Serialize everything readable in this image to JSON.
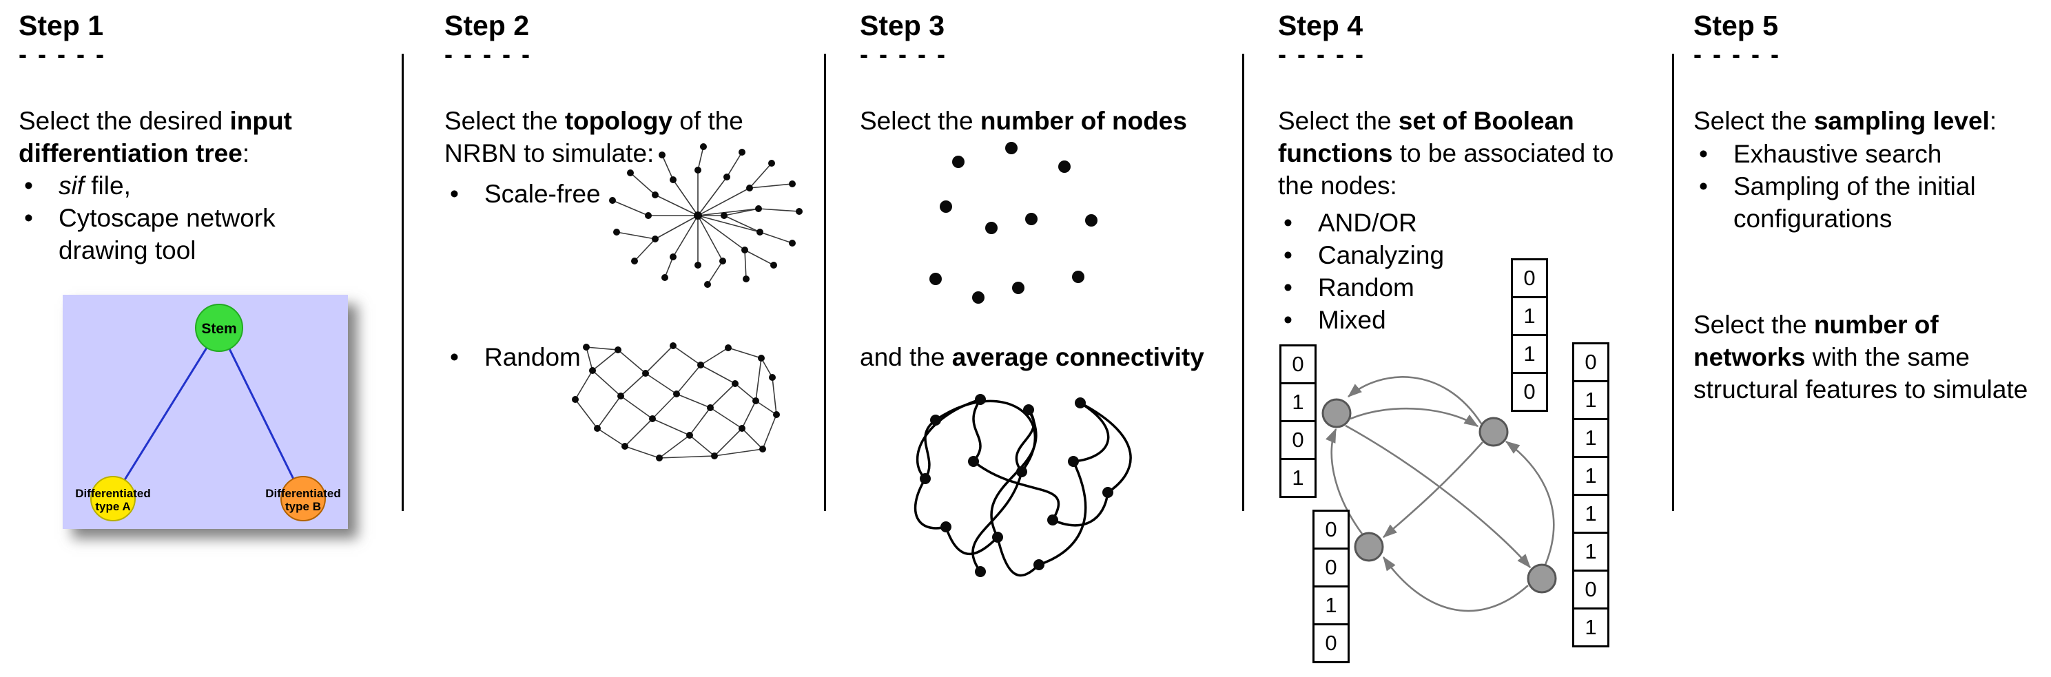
{
  "figure": {
    "dashes": "- - - - -",
    "bullet": "•"
  },
  "step1": {
    "title": "Step 1",
    "intro": {
      "pre": "Select the desired ",
      "bold": "input differentiation tree",
      "post": ":"
    },
    "bullet1": {
      "italic": "sif",
      "rest": " file,"
    },
    "bullet2": "Cytoscape network drawing tool",
    "tree": {
      "root_label": "Stem",
      "leaf_a_line1": "Differentiated",
      "leaf_a_line2": "type A",
      "leaf_b_line1": "Differentiated",
      "leaf_b_line2": "type B",
      "colors": {
        "background": "#ccccff",
        "root": "#3bdb3b",
        "leaf_a": "#ffe800",
        "leaf_b": "#ff9933",
        "edge": "#2233cc"
      }
    }
  },
  "step2": {
    "title": "Step 2",
    "intro": {
      "pre": "Select the ",
      "bold": "topology",
      "post": " of the NRBN to simulate:"
    },
    "bullet1": "Scale-free",
    "bullet2": "Random"
  },
  "step3": {
    "title": "Step 3",
    "line1": {
      "pre": "Select the ",
      "bold": "number of nodes"
    },
    "line2": {
      "pre": "and the ",
      "bold": "average connectivity"
    }
  },
  "step4": {
    "title": "Step 4",
    "intro": {
      "pre": "Select the ",
      "bold": "set of Boolean functions",
      "post": " to be associated to the nodes:"
    },
    "bullets": [
      "AND/OR",
      "Canalyzing",
      "Random",
      "Mixed"
    ],
    "node_color": "#9a9a9a",
    "truth_tables": {
      "top": [
        "0",
        "1",
        "1",
        "0"
      ],
      "left": [
        "0",
        "1",
        "0",
        "1"
      ],
      "right": [
        "0",
        "1",
        "1",
        "1",
        "1",
        "1",
        "0",
        "1"
      ],
      "bottom": [
        "0",
        "0",
        "1",
        "0"
      ]
    }
  },
  "step5": {
    "title": "Step 5",
    "intro": {
      "pre": "Select the ",
      "bold": "sampling level",
      "post": ":"
    },
    "bullet1": "Exhaustive search",
    "bullet2": "Sampling of the initial configurations",
    "para2": {
      "pre": "Select the ",
      "bold": "number of networks",
      "post": " with the same structural features to simulate"
    }
  }
}
